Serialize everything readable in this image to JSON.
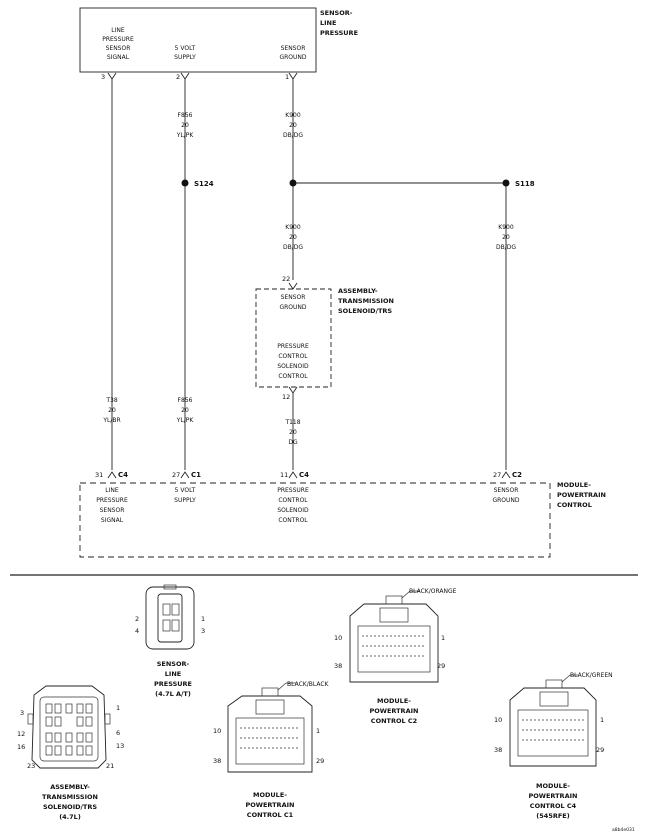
{
  "components": {
    "line_pressure_sensor": {
      "name": [
        "SENSOR-",
        "LINE",
        "PRESSURE"
      ],
      "pins": [
        {
          "num": "3",
          "label": [
            "LINE",
            "PRESSURE",
            "SENSOR",
            "SIGNAL"
          ]
        },
        {
          "num": "2",
          "label": [
            "5 VOLT",
            "SUPPLY"
          ]
        },
        {
          "num": "1",
          "label": [
            "SENSOR",
            "GROUND"
          ]
        }
      ]
    },
    "solenoid_assembly": {
      "name": [
        "ASSEMBLY-",
        "TRANSMISSION",
        "SOLENOID/TRS"
      ],
      "pin_top": "22",
      "pin_bottom": "12",
      "label_top": [
        "SENSOR",
        "GROUND"
      ],
      "label_bottom": [
        "PRESSURE",
        "CONTROL",
        "SOLENOID",
        "CONTROL"
      ]
    },
    "pcm": {
      "name": [
        "MODULE-",
        "POWERTRAIN",
        "CONTROL"
      ],
      "pins": [
        {
          "num": "31",
          "conn": "C4",
          "label": [
            "LINE",
            "PRESSURE",
            "SENSOR",
            "SIGNAL"
          ]
        },
        {
          "num": "27",
          "conn": "C1",
          "label": [
            "5 VOLT",
            "SUPPLY"
          ]
        },
        {
          "num": "11",
          "conn": "C4",
          "label": [
            "PRESSURE",
            "CONTROL",
            "SOLENOID",
            "CONTROL"
          ]
        },
        {
          "num": "27",
          "conn": "C2",
          "label": [
            "SENSOR",
            "GROUND"
          ]
        }
      ]
    }
  },
  "wires": {
    "f856_top": [
      "F856",
      "20",
      "YL/PK"
    ],
    "k900_top": [
      "K900",
      "20",
      "DB/DG"
    ],
    "k900_mid": [
      "K900",
      "20",
      "DB/DG"
    ],
    "k900_right": [
      "K900",
      "20",
      "DB/DG"
    ],
    "t38": [
      "T38",
      "20",
      "YL/BR"
    ],
    "f856_bottom": [
      "F856",
      "20",
      "YL/PK"
    ],
    "t118": [
      "T118",
      "20",
      "DG"
    ]
  },
  "splices": {
    "s124": "S124",
    "s118": "S118"
  },
  "connector_views": {
    "sensor": {
      "title": [
        "SENSOR-",
        "LINE",
        "PRESSURE",
        "(4.7L A/T)"
      ],
      "pin_labels": {
        "tl": "2",
        "bl": "4",
        "tr": "1",
        "br": "3"
      }
    },
    "solenoid": {
      "title": [
        "ASSEMBLY-",
        "TRANSMISSION",
        "SOLENOID/TRS",
        "(4.7L)"
      ],
      "pin_labels": {
        "l1": "3",
        "l2": "12",
        "l3": "16",
        "l4": "23",
        "r1": "1",
        "r2": "6",
        "r3": "13",
        "r4": "21"
      }
    },
    "pcm_c1": {
      "title": [
        "MODULE-",
        "POWERTRAIN",
        "CONTROL C1"
      ],
      "color": "BLACK/BLACK",
      "pin_labels": {
        "tl": "10",
        "bl": "38",
        "tr": "1",
        "br": "29"
      }
    },
    "pcm_c2": {
      "title": [
        "MODULE-",
        "POWERTRAIN",
        "CONTROL C2"
      ],
      "color": "BLACK/ORANGE",
      "pin_labels": {
        "tl": "10",
        "bl": "38",
        "tr": "1",
        "br": "29"
      }
    },
    "pcm_c4": {
      "title": [
        "MODULE-",
        "POWERTRAIN",
        "CONTROL C4",
        "(545RFE)"
      ],
      "color": "BLACK/GREEN",
      "pin_labels": {
        "tl": "10",
        "bl": "38",
        "tr": "1",
        "br": "29"
      }
    }
  },
  "figure_id": "a8b4e031"
}
